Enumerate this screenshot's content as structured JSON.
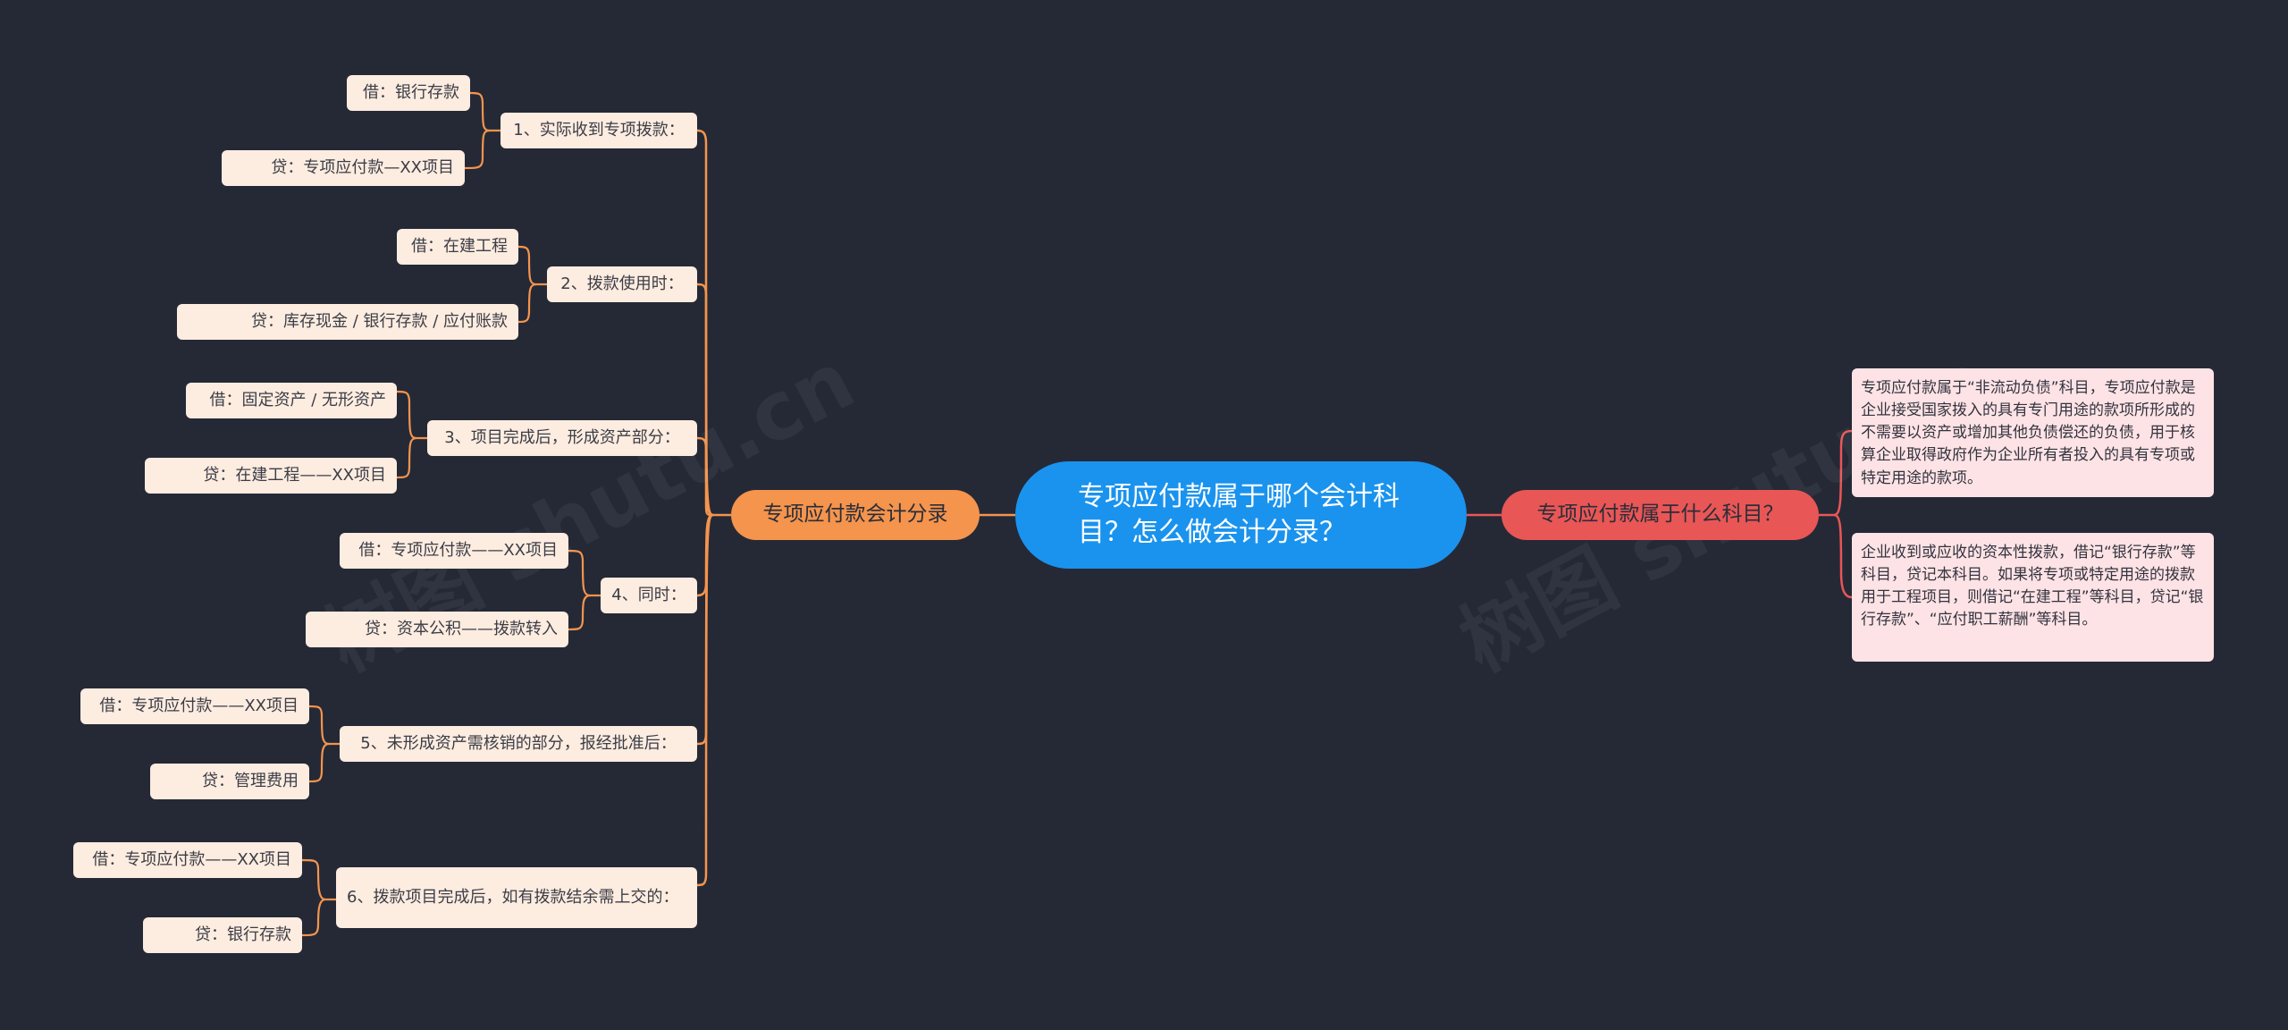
{
  "root": {
    "title": "专项应付款属于哪个会计科目？怎么做会计分录？"
  },
  "left_branch": {
    "label": "专项应付款会计分录",
    "items": [
      {
        "label": "1、实际收到专项拨款：",
        "children": [
          "借：银行存款",
          "贷：专项应付款—XX项目"
        ]
      },
      {
        "label": "2、拨款使用时：",
        "children": [
          "借：在建工程",
          "贷：库存现金 / 银行存款 / 应付账款"
        ]
      },
      {
        "label": "3、项目完成后，形成资产部分：",
        "children": [
          "借：固定资产 / 无形资产",
          "贷：在建工程——XX项目"
        ]
      },
      {
        "label": "4、同时：",
        "children": [
          "借：专项应付款——XX项目",
          "贷：资本公积——拨款转入"
        ]
      },
      {
        "label": "5、未形成资产需核销的部分，报经批准后：",
        "children": [
          "借：专项应付款——XX项目",
          "贷：管理费用"
        ]
      },
      {
        "label": "6、拨款项目完成后，如有拨款结余需上交的：",
        "children": [
          "借：专项应付款——XX项目",
          "贷：银行存款"
        ]
      }
    ]
  },
  "right_branch": {
    "label": "专项应付款属于什么科目？",
    "notes": [
      "专项应付款属于“非流动负债”科目，专项应付款是企业接受国家拨入的具有专门用途的款项所形成的不需要以资产或增加其他负债偿还的负债，用于核算企业取得政府作为企业所有者投入的具有专项或特定用途的款项。",
      "企业收到或应收的资本性拨款，借记“银行存款”等科目，贷记本科目。如果将专项或特定用途的拨款用于工程项目，则借记“在建工程”等科目，贷记“银行存款”、“应付职工薪酬”等科目。"
    ]
  },
  "colors": {
    "background": "#252936",
    "root": "#1a93ee",
    "left": "#f4944d",
    "right": "#e95656",
    "leaf_fill": "#fdece0",
    "note_fill": "#fde3e6"
  }
}
